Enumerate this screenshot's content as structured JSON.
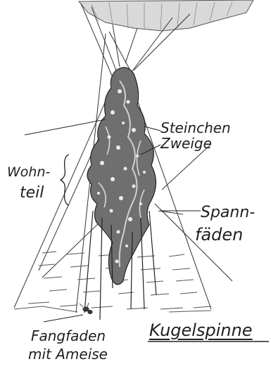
{
  "labels": {
    "steinchen": "Steinchen",
    "zweige": "Zweige",
    "wohn": "Wohn-",
    "teil": "teil",
    "spann": "Spann-",
    "faeden": "fäden",
    "fang": "Fangfaden",
    "mit_ameise": "mit Ameise",
    "title": "Kugelspinne"
  },
  "colors": {
    "ink": "#1f1f1f",
    "paper": "#ffffff"
  }
}
